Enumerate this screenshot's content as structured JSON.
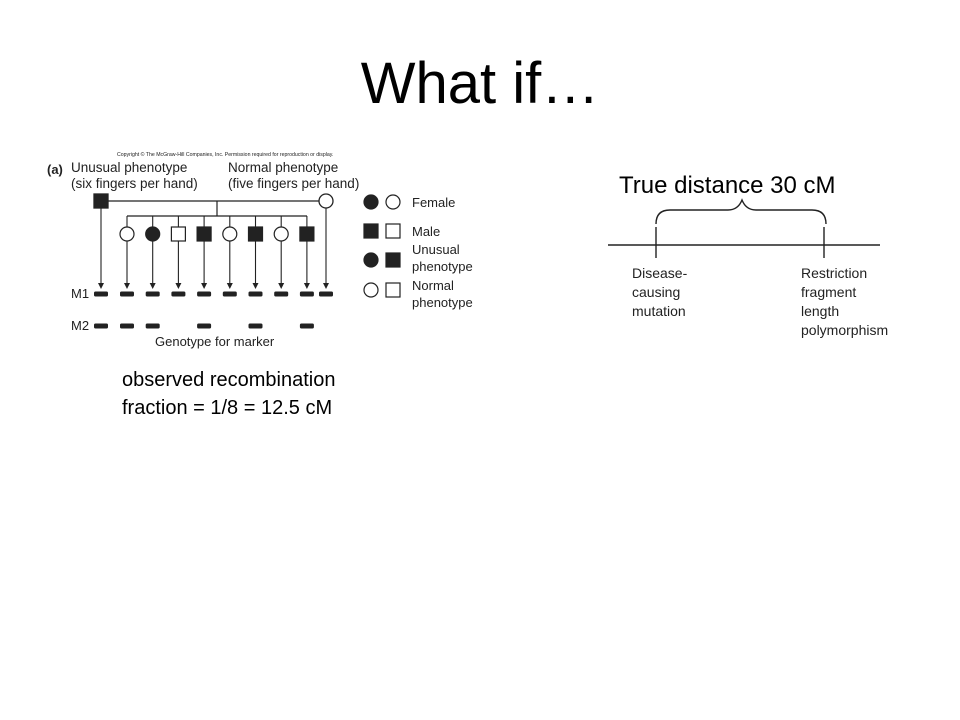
{
  "slide": {
    "title": "What if…"
  },
  "pedigree": {
    "copyright": "Copyright © The McGraw-Hill Companies, Inc. Permission required for reproduction or display.",
    "panel_label": "(a)",
    "unusual_parent_line1": "Unusual phenotype",
    "unusual_parent_line2": "(six fingers per hand)",
    "normal_parent_line1": "Normal phenotype",
    "normal_parent_line2": "(five fingers per hand)",
    "legend": {
      "female": "Female",
      "male": "Male",
      "unusual_line1": "Unusual",
      "unusual_line2": "phenotype",
      "normal_line1": "Normal",
      "normal_line2": "phenotype"
    },
    "marker_m1": "M1",
    "marker_m2": "M2",
    "genotype_label": "Genotype for marker",
    "children": [
      {
        "sex": "female",
        "affected": false,
        "m2": true
      },
      {
        "sex": "female",
        "affected": true,
        "m2": true
      },
      {
        "sex": "male",
        "affected": false,
        "m2": false
      },
      {
        "sex": "male",
        "affected": true,
        "m2": true
      },
      {
        "sex": "female",
        "affected": false,
        "m2": false
      },
      {
        "sex": "male",
        "affected": true,
        "m2": true
      },
      {
        "sex": "female",
        "affected": false,
        "m2": false
      },
      {
        "sex": "male",
        "affected": true,
        "m2": true
      }
    ]
  },
  "recombination": {
    "line1": "observed recombination",
    "line2": "fraction = 1/8 = 12.5 cM"
  },
  "genetic_map": {
    "true_distance": "True distance 30 cM",
    "locus_a_lines": [
      "Disease-",
      "causing",
      "mutation"
    ],
    "locus_b_lines": [
      "Restriction",
      "fragment",
      "length",
      "polymorphism"
    ]
  }
}
